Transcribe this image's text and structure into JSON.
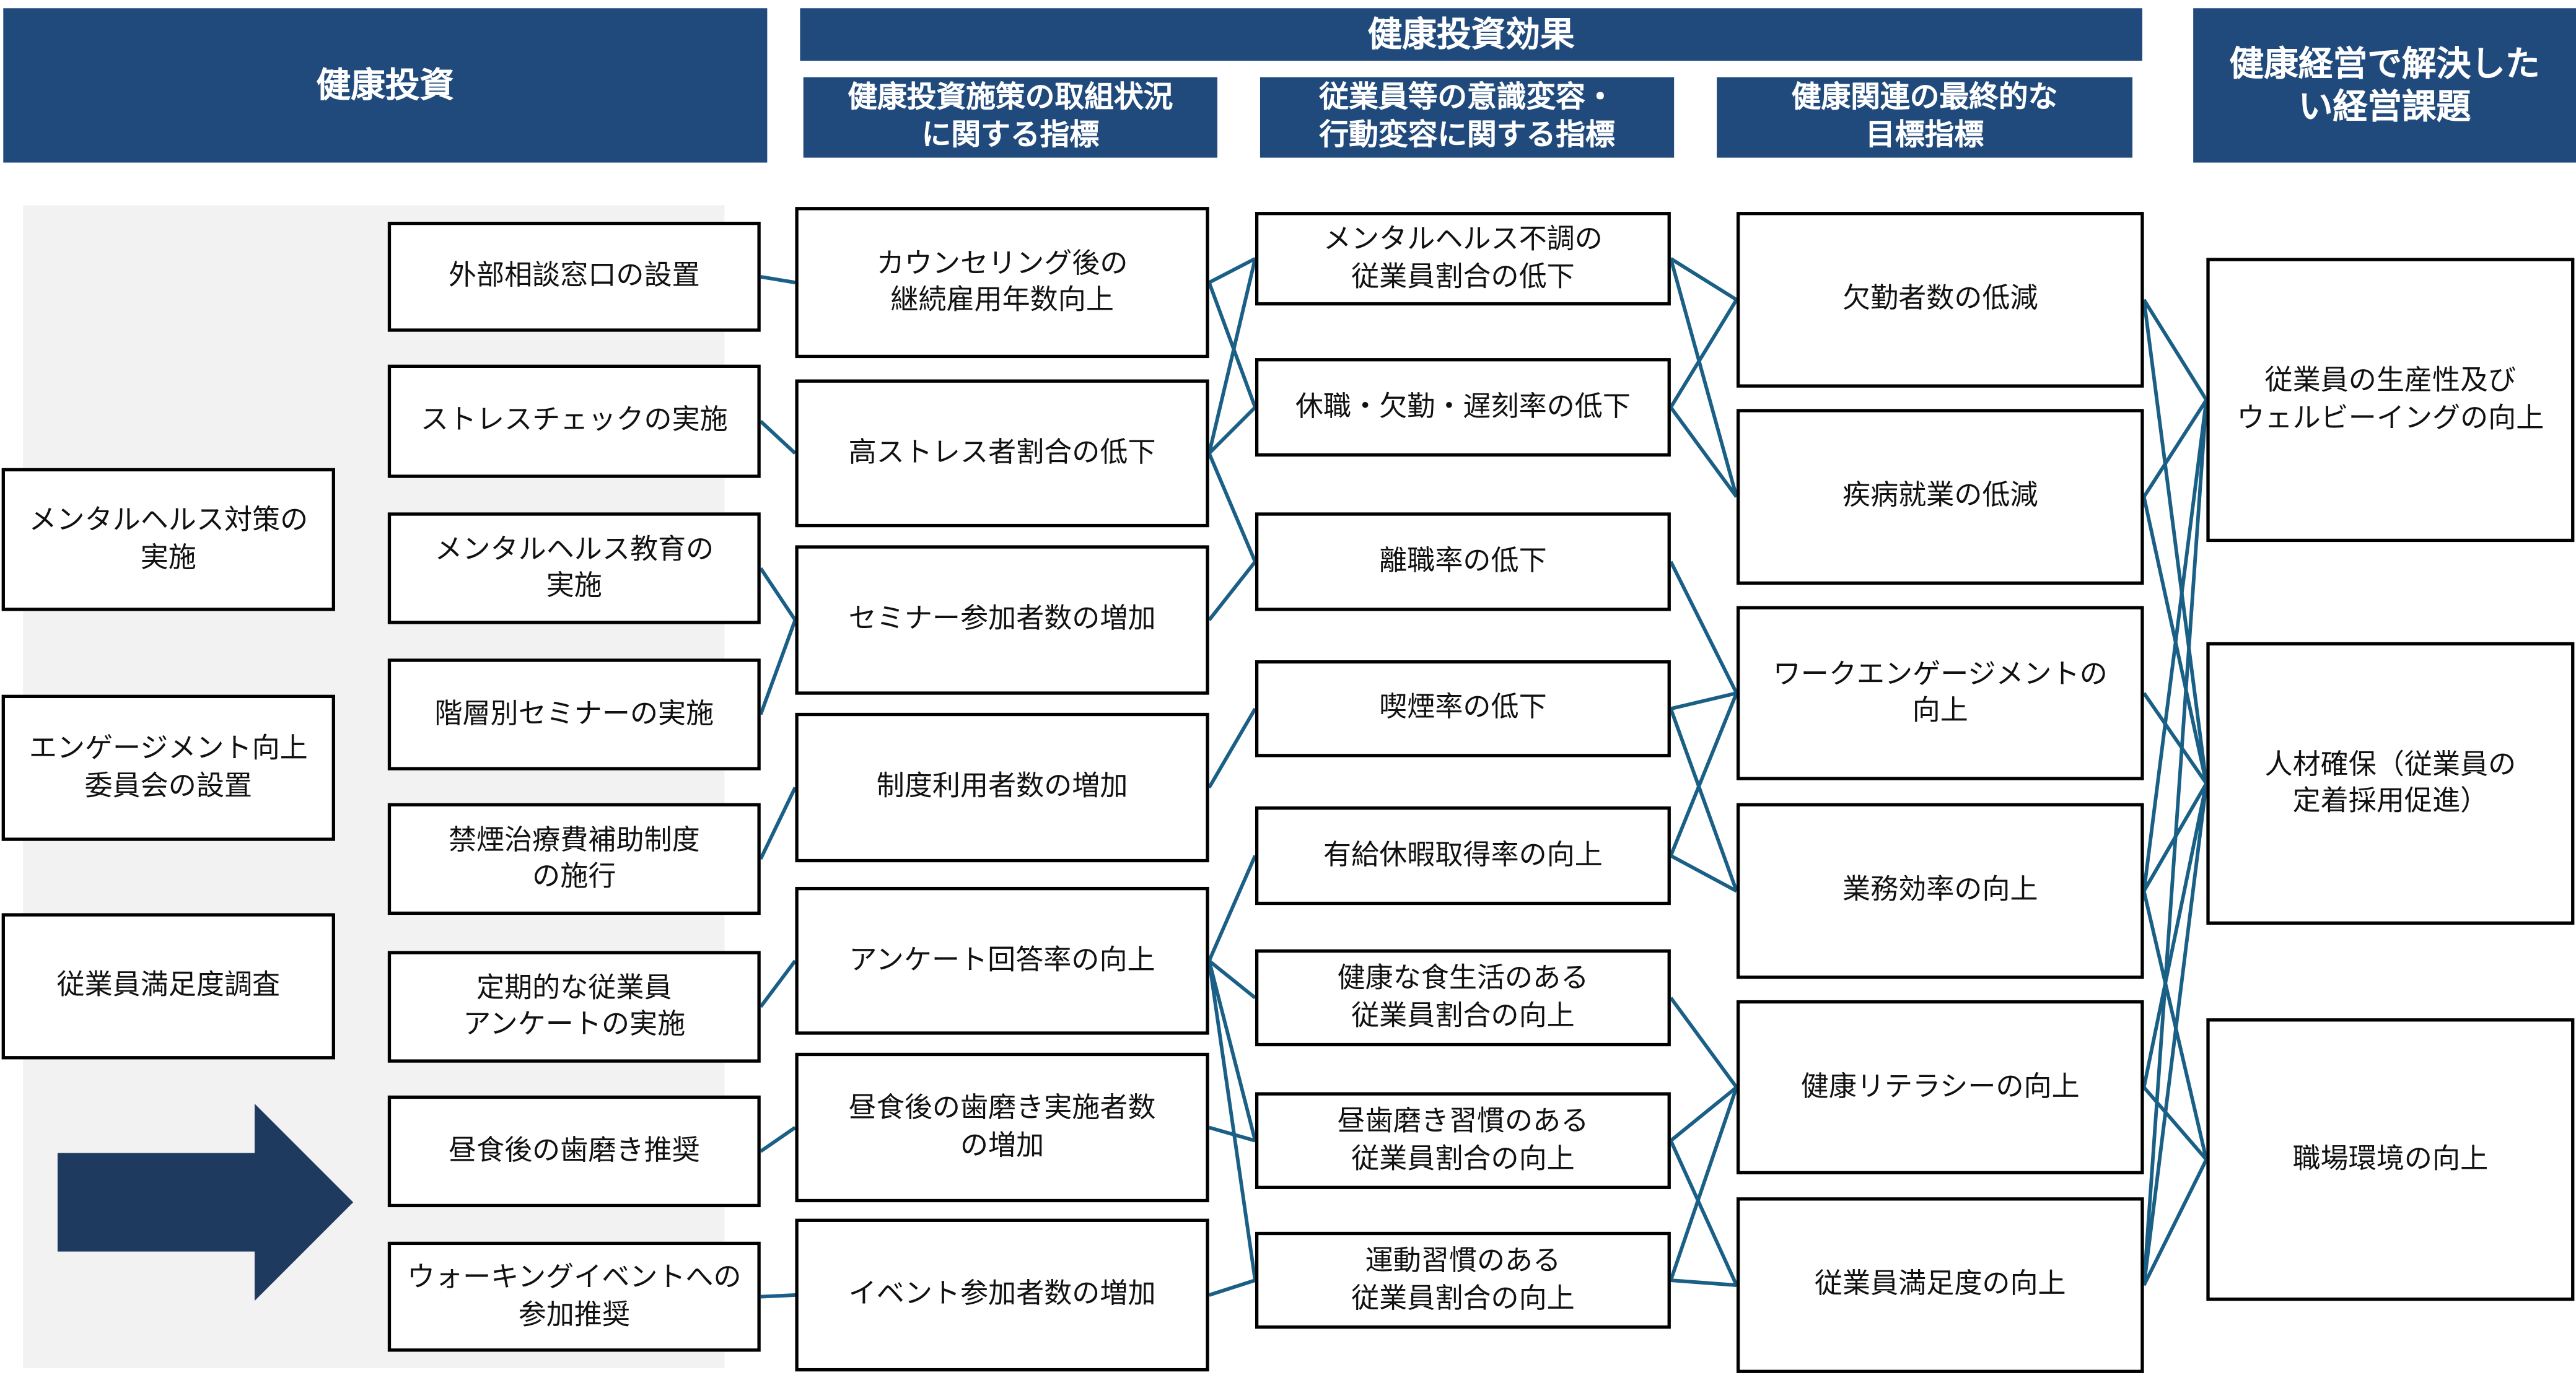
{
  "headers": {
    "investment": "健康投資",
    "effects": "健康投資効果",
    "sub_initiatives": "健康投資施策の取組状況\nに関する指標",
    "sub_awareness": "従業員等の意識変容・\n行動変容に関する指標",
    "sub_final": "健康関連の最終的な\n目標指標",
    "issues": "健康経営で解決した\nい経営課題"
  },
  "col0": [
    "メンタルヘルス対策の\n実施",
    "エンゲージメント向上\n委員会の設置",
    "従業員満足度調査"
  ],
  "col1": [
    "外部相談窓口の設置",
    "ストレスチェックの実施",
    "メンタルヘルス教育の\n実施",
    "階層別セミナーの実施",
    "禁煙治療費補助制度\nの施行",
    "定期的な従業員\nアンケートの実施",
    "昼食後の歯磨き推奨",
    "ウォーキングイベントへの\n参加推奨"
  ],
  "col2": [
    "カウンセリング後の\n継続雇用年数向上",
    "高ストレス者割合の低下",
    "セミナー参加者数の増加",
    "制度利用者数の増加",
    "アンケート回答率の向上",
    "昼食後の歯磨き実施者数\nの増加",
    "イベント参加者数の増加"
  ],
  "col3": [
    "メンタルヘルス不調の\n従業員割合の低下",
    "休職・欠勤・遅刻率の低下",
    "離職率の低下",
    "喫煙率の低下",
    "有給休暇取得率の向上",
    "健康な食生活のある\n従業員割合の向上",
    "昼歯磨き習慣のある\n従業員割合の向上",
    "運動習慣のある\n従業員割合の向上"
  ],
  "col4": [
    "欠勤者数の低減",
    "疾病就業の低減",
    "ワークエンゲージメントの\n向上",
    "業務効率の向上",
    "健康リテラシーの向上",
    "従業員満足度の向上"
  ],
  "col5": [
    "従業員の生産性及び\nウェルビーイングの向上",
    "人材確保（従業員の\n定着採用促進）",
    "職場環境の向上"
  ],
  "links": [
    [
      "c1-0",
      "c2-0"
    ],
    [
      "c1-1",
      "c2-1"
    ],
    [
      "c1-2",
      "c2-2"
    ],
    [
      "c1-3",
      "c2-2"
    ],
    [
      "c1-4",
      "c2-3"
    ],
    [
      "c1-5",
      "c2-4"
    ],
    [
      "c1-6",
      "c2-5"
    ],
    [
      "c1-7",
      "c2-6"
    ],
    [
      "c2-0",
      "c3-0"
    ],
    [
      "c2-0",
      "c3-1"
    ],
    [
      "c2-1",
      "c3-0"
    ],
    [
      "c2-1",
      "c3-1"
    ],
    [
      "c2-1",
      "c3-2"
    ],
    [
      "c2-2",
      "c3-2"
    ],
    [
      "c2-3",
      "c3-3"
    ],
    [
      "c2-4",
      "c3-4"
    ],
    [
      "c2-4",
      "c3-5"
    ],
    [
      "c2-4",
      "c3-6"
    ],
    [
      "c2-4",
      "c3-7"
    ],
    [
      "c2-5",
      "c3-6"
    ],
    [
      "c2-6",
      "c3-7"
    ],
    [
      "c3-0",
      "c4-0"
    ],
    [
      "c3-0",
      "c4-1"
    ],
    [
      "c3-1",
      "c4-0"
    ],
    [
      "c3-1",
      "c4-1"
    ],
    [
      "c3-2",
      "c4-2"
    ],
    [
      "c3-3",
      "c4-2"
    ],
    [
      "c3-3",
      "c4-3"
    ],
    [
      "c3-4",
      "c4-2"
    ],
    [
      "c3-4",
      "c4-3"
    ],
    [
      "c3-5",
      "c4-4"
    ],
    [
      "c3-6",
      "c4-4"
    ],
    [
      "c3-6",
      "c4-5"
    ],
    [
      "c3-7",
      "c4-4"
    ],
    [
      "c3-7",
      "c4-5"
    ],
    [
      "c4-0",
      "c5-0"
    ],
    [
      "c4-0",
      "c5-1"
    ],
    [
      "c4-1",
      "c5-0"
    ],
    [
      "c4-1",
      "c5-1"
    ],
    [
      "c4-2",
      "c5-1"
    ],
    [
      "c4-3",
      "c5-0"
    ],
    [
      "c4-3",
      "c5-1"
    ],
    [
      "c4-3",
      "c5-2"
    ],
    [
      "c4-4",
      "c5-1"
    ],
    [
      "c4-4",
      "c5-2"
    ],
    [
      "c4-5",
      "c5-0"
    ],
    [
      "c4-5",
      "c5-1"
    ],
    [
      "c4-5",
      "c5-2"
    ]
  ],
  "colors": {
    "header": "#204a7c",
    "link": "#1a5f85",
    "arrow": "#1f3a5f"
  }
}
